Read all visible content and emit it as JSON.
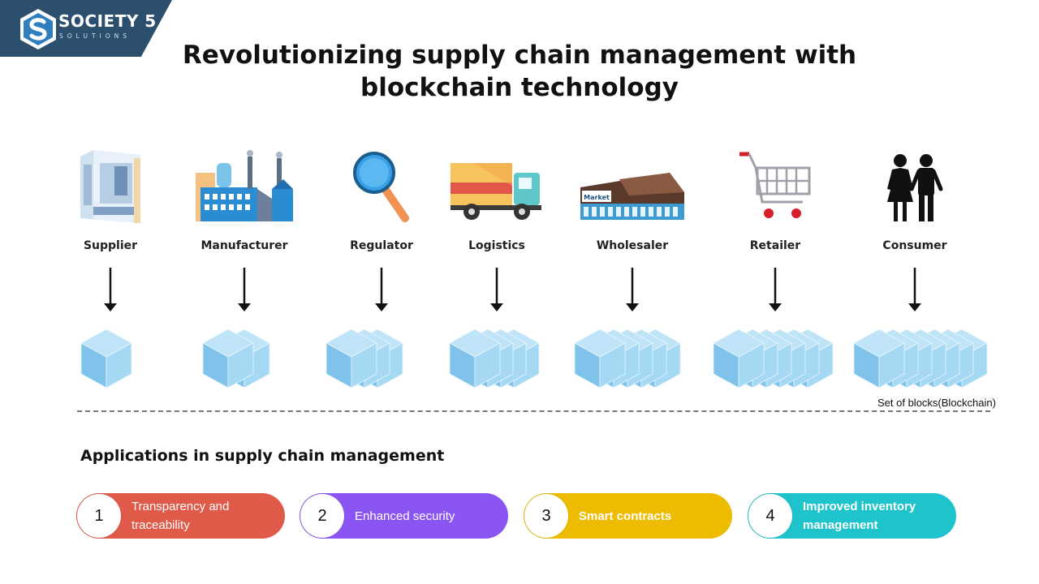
{
  "brand": {
    "name": "SOCIETY 5",
    "subtitle": "SOLUTIONS",
    "bg_color": "#2c4f6e"
  },
  "title": {
    "line1": "Revolutionizing supply chain management with",
    "line2": "blockchain technology"
  },
  "participants": [
    {
      "label": "Supplier",
      "icon": "building-icon",
      "blocks": 1
    },
    {
      "label": "Manufacturer",
      "icon": "factory-icon",
      "blocks": 2
    },
    {
      "label": "Regulator",
      "icon": "magnifier-icon",
      "blocks": 3
    },
    {
      "label": "Logistics",
      "icon": "truck-icon",
      "blocks": 4
    },
    {
      "label": "Wholesaler",
      "icon": "market-icon",
      "blocks": 5
    },
    {
      "label": "Retailer",
      "icon": "cart-icon",
      "blocks": 6
    },
    {
      "label": "Consumer",
      "icon": "people-icon",
      "blocks": 7
    }
  ],
  "market_sign": "Market",
  "blockchain_label": "Set of blocks(Blockchain)",
  "applications": {
    "heading": "Applications in supply chain management",
    "items": [
      {
        "number": "1",
        "text": "Transparency and traceability",
        "color": "#e05a4a"
      },
      {
        "number": "2",
        "text": "Enhanced security",
        "color": "#8b55f4"
      },
      {
        "number": "3",
        "text": "Smart contracts",
        "color": "#edbb00"
      },
      {
        "number": "4",
        "text": "Improved inventory management",
        "color": "#1fc3cb"
      }
    ]
  },
  "colors": {
    "cube_top": "#bfe4f8",
    "cube_left": "#7fc3ea",
    "cube_right": "#a5d8f3"
  }
}
